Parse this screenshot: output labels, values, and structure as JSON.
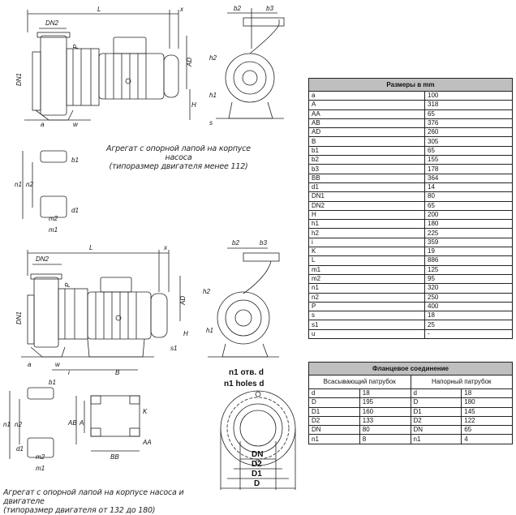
{
  "captions": {
    "foot_on_pump": [
      "Агрегат с опорной лапой на корпусе насоса",
      "(типоразмер двигателя менее 112)"
    ],
    "foot_on_pump_and_motor": [
      "Агрегат с опорной лапой на корпусе насоса и двигателе",
      "(типоразмер двигателя от 132 до 180)"
    ]
  },
  "sizes_table": {
    "title": "Размеры в mm",
    "rows": [
      {
        "key": "a",
        "value": "100"
      },
      {
        "key": "A",
        "value": "318"
      },
      {
        "key": "AA",
        "value": "65"
      },
      {
        "key": "AB",
        "value": "376"
      },
      {
        "key": "AD",
        "value": "260"
      },
      {
        "key": "B",
        "value": "305"
      },
      {
        "key": "b1",
        "value": "65"
      },
      {
        "key": "b2",
        "value": "155"
      },
      {
        "key": "b3",
        "value": "178"
      },
      {
        "key": "BB",
        "value": "364"
      },
      {
        "key": "d1",
        "value": "14"
      },
      {
        "key": "DN1",
        "value": "80"
      },
      {
        "key": "DN2",
        "value": "65"
      },
      {
        "key": "H",
        "value": "200"
      },
      {
        "key": "h1",
        "value": "180"
      },
      {
        "key": "h2",
        "value": "225"
      },
      {
        "key": "i",
        "value": "359"
      },
      {
        "key": "K",
        "value": "19"
      },
      {
        "key": "L",
        "value": "886"
      },
      {
        "key": "m1",
        "value": "125"
      },
      {
        "key": "m2",
        "value": "95"
      },
      {
        "key": "n1",
        "value": "320"
      },
      {
        "key": "n2",
        "value": "250"
      },
      {
        "key": "P",
        "value": "400"
      },
      {
        "key": "s",
        "value": "18"
      },
      {
        "key": "s1",
        "value": "25"
      },
      {
        "key": "u",
        "value": "-"
      }
    ]
  },
  "flange_table": {
    "title": "Фланцевое соединение",
    "suction_header": "Всасывающий патрубок",
    "discharge_header": "Напорный патрубок",
    "rows": [
      {
        "s_key": "d",
        "s_val": "18",
        "d_key": "d",
        "d_val": "18"
      },
      {
        "s_key": "D",
        "s_val": "195",
        "d_key": "D",
        "d_val": "180"
      },
      {
        "s_key": "D1",
        "s_val": "160",
        "d_key": "D1",
        "d_val": "145"
      },
      {
        "s_key": "D2",
        "s_val": "133",
        "d_key": "D2",
        "d_val": "122"
      },
      {
        "s_key": "DN",
        "s_val": "80",
        "d_key": "DN",
        "d_val": "65"
      },
      {
        "s_key": "n1",
        "s_val": "8",
        "d_key": "n1",
        "d_val": "4"
      }
    ]
  },
  "drawing_labels": {
    "L": "L",
    "x": "x",
    "DN2": "DN2",
    "DN1": "DN1",
    "P": "P",
    "AD": "AD",
    "H": "H",
    "a": "a",
    "w": "w",
    "s": "s",
    "s1": "s1",
    "b2": "b2",
    "b3": "b3",
    "h1": "h1",
    "h2": "h2",
    "n1": "n1",
    "n2": "n2",
    "m1": "m1",
    "m2": "m2",
    "d1": "d1",
    "b1": "b1",
    "i": "i",
    "B": "B",
    "A": "A",
    "AB": "AB",
    "AA": "AA",
    "BB": "BB",
    "K": "K",
    "holes_ru": "n1 отв. d",
    "holes_en": "n1 holes d",
    "DN": "DN",
    "D2": "D2",
    "D1": "D1",
    "D": "D"
  }
}
